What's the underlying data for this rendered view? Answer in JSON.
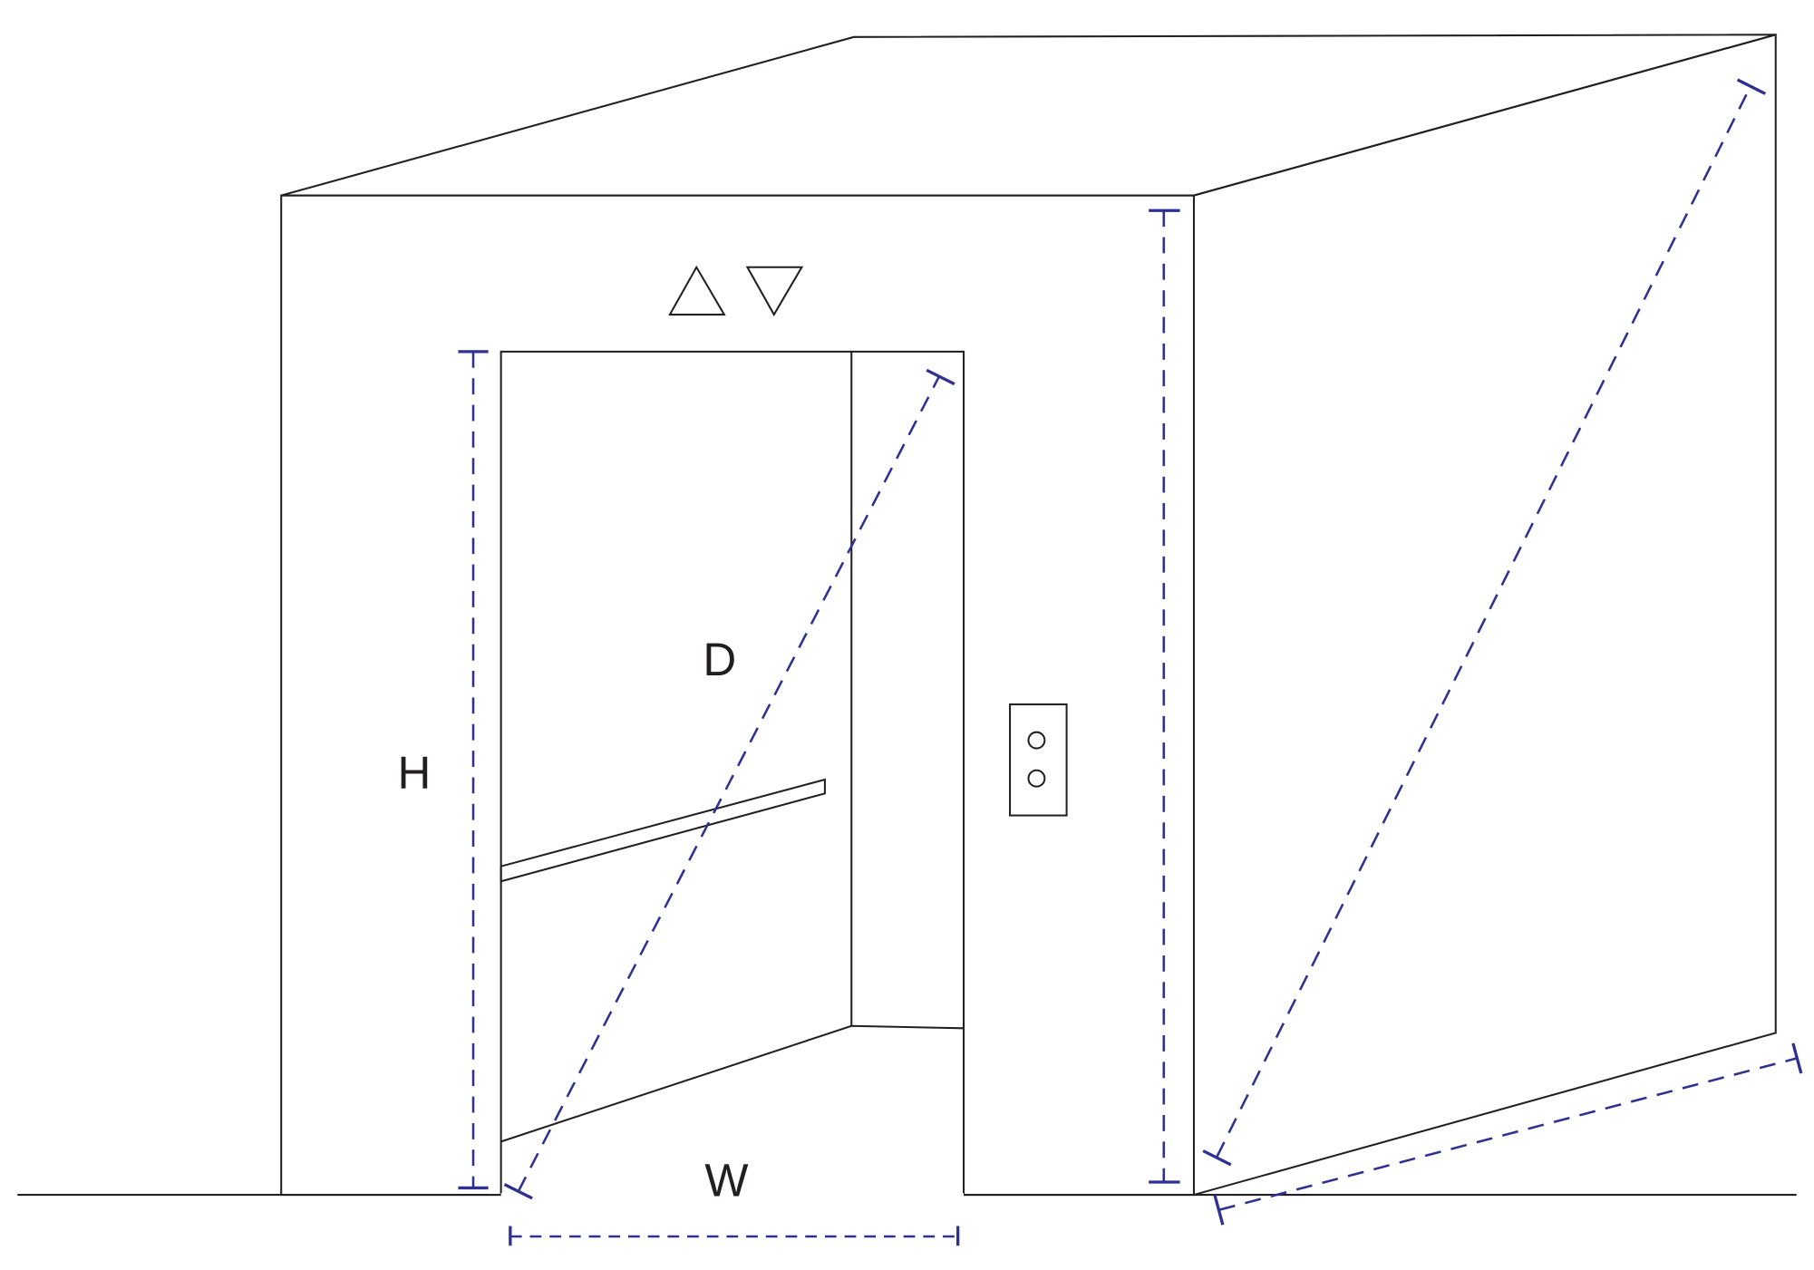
{
  "labels": {
    "height": "H",
    "depth": "D",
    "width": "W"
  },
  "colors": {
    "outline": "#231f20",
    "dimension": "#2e3192"
  },
  "icons": [
    "up-arrow-icon",
    "down-arrow-icon",
    "call-button-panel"
  ]
}
